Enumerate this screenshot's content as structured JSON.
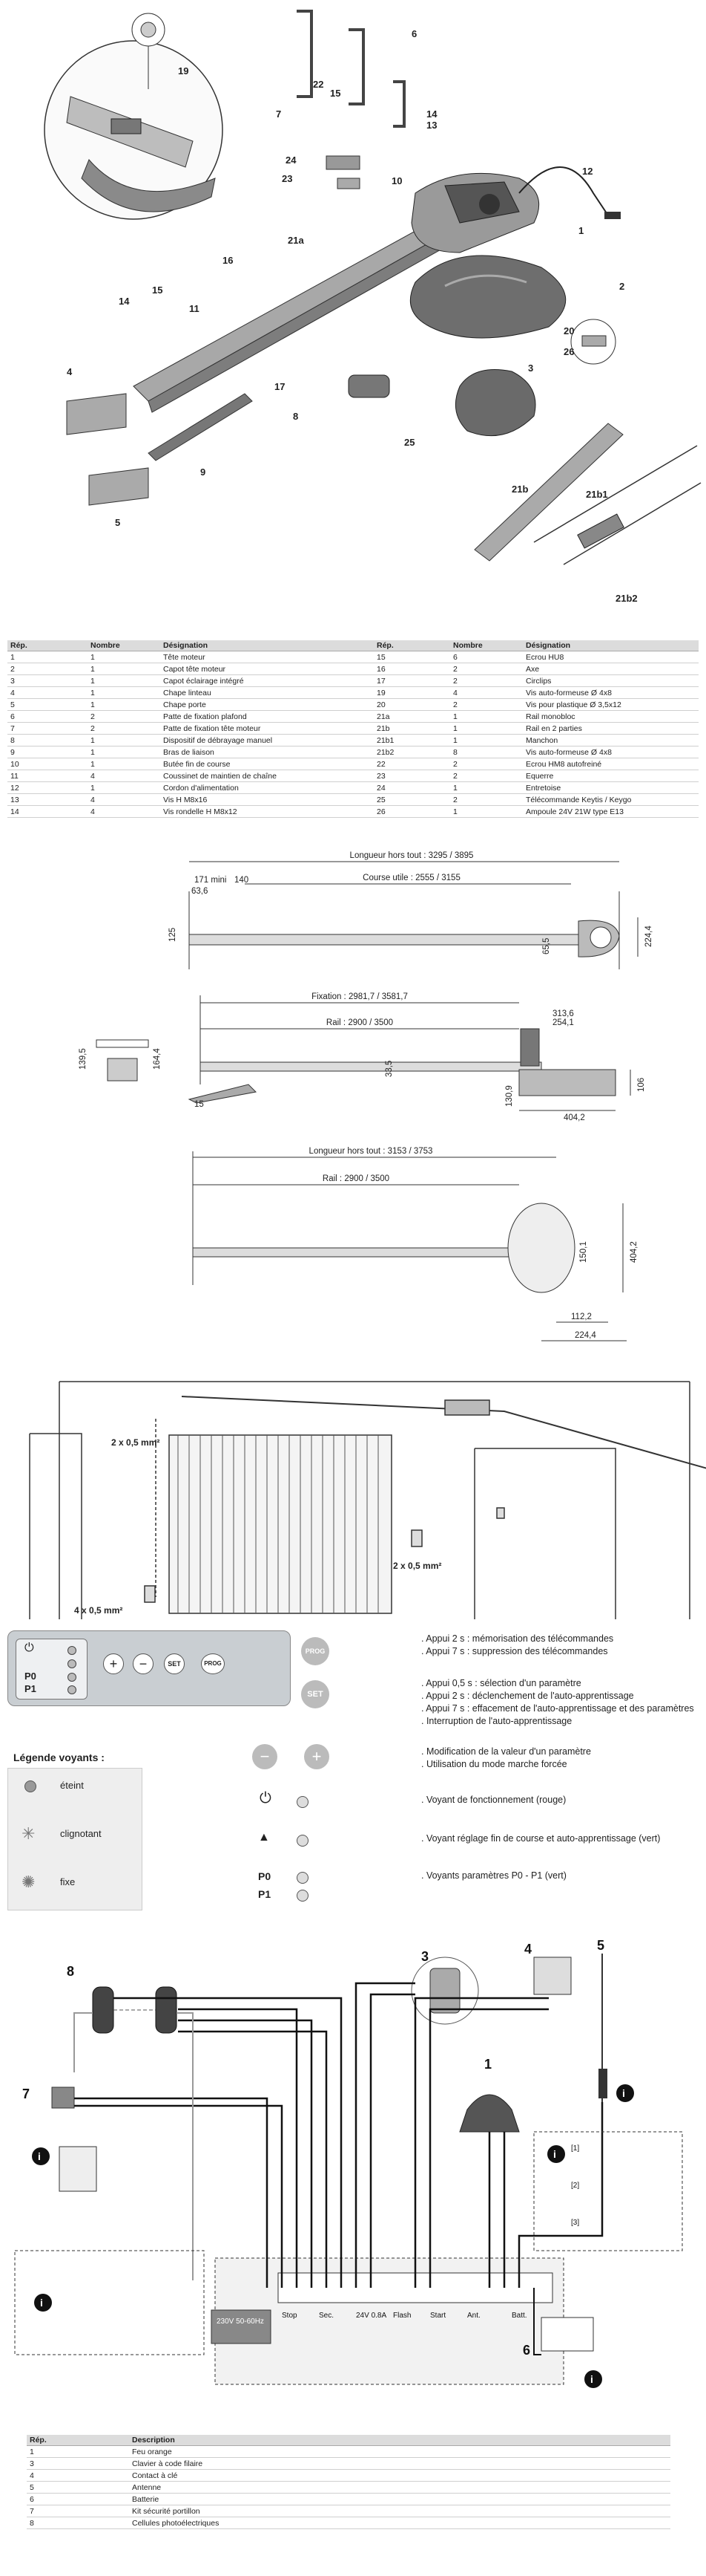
{
  "exploded_view": {
    "callouts": [
      "19",
      "6",
      "7",
      "15",
      "22",
      "14",
      "13",
      "12",
      "1",
      "24",
      "23",
      "21a",
      "10",
      "16",
      "2",
      "14",
      "15",
      "11",
      "20",
      "26",
      "3",
      "4",
      "17",
      "8",
      "25",
      "9",
      "5",
      "21b",
      "21b1",
      "21b2"
    ]
  },
  "parts_table": {
    "headers": [
      "Rép.",
      "Nombre",
      "Désignation",
      "Rép.",
      "Nombre",
      "Désignation"
    ],
    "rows": [
      [
        "1",
        "1",
        "Tête moteur",
        "15",
        "6",
        "Ecrou HU8"
      ],
      [
        "2",
        "1",
        "Capot tête moteur",
        "16",
        "2",
        "Axe"
      ],
      [
        "3",
        "1",
        "Capot éclairage intégré",
        "17",
        "2",
        "Circlips"
      ],
      [
        "4",
        "1",
        "Chape linteau",
        "19",
        "4",
        "Vis auto-formeuse Ø 4x8"
      ],
      [
        "5",
        "1",
        "Chape porte",
        "20",
        "2",
        "Vis pour plastique Ø 3,5x12"
      ],
      [
        "6",
        "2",
        "Patte de fixation plafond",
        "21a",
        "1",
        "Rail monobloc"
      ],
      [
        "7",
        "2",
        "Patte de fixation tête moteur",
        "21b",
        "1",
        "Rail en 2 parties"
      ],
      [
        "8",
        "1",
        "Dispositif de débrayage manuel",
        "21b1",
        "1",
        "Manchon"
      ],
      [
        "9",
        "1",
        "Bras de liaison",
        "21b2",
        "8",
        "Vis auto-formeuse Ø 4x8"
      ],
      [
        "10",
        "1",
        "Butée fin de course",
        "22",
        "2",
        "Ecrou HM8 autofreiné"
      ],
      [
        "11",
        "4",
        "Coussinet de maintien de chaîne",
        "23",
        "2",
        "Equerre"
      ],
      [
        "12",
        "1",
        "Cordon d'alimentation",
        "24",
        "1",
        "Entretoise"
      ],
      [
        "13",
        "4",
        "Vis H M8x16",
        "25",
        "2",
        "Télécommande Keytis / Keygo"
      ],
      [
        "14",
        "4",
        "Vis rondelle H M8x12",
        "26",
        "1",
        "Ampoule 24V 21W type E13"
      ]
    ]
  },
  "dimensions": {
    "top_view": {
      "overall": "Longueur hors tout : 3295 / 3895",
      "stroke": "Course utile : 2555 / 3155",
      "d171": "171 mini",
      "d140": "140",
      "d63": "63,6",
      "d125": "125",
      "d65": "65,5",
      "d224": "224,4"
    },
    "side_view": {
      "fixation": "Fixation : 2981,7 / 3581,7",
      "rail": "Rail : 2900 / 3500",
      "d313": "313,6",
      "d254": "254,1",
      "d139": "139,5",
      "d164": "164,4",
      "d33": "33,5",
      "d130": "130,9",
      "d404": "404,2",
      "d106": "106",
      "d15": "15"
    },
    "bottom_view": {
      "overall": "Longueur hors tout : 3153 / 3753",
      "rail": "Rail : 2900 / 3500",
      "d404": "404,2",
      "d150": "150,1",
      "d112": "112,2",
      "d224": "224,4"
    }
  },
  "garage": {
    "cable1": "2 x 0,5 mm²",
    "cable2": "2 x 0,5 mm²",
    "cable3": "4 x 0,5 mm²"
  },
  "control_panel": {
    "leds": [
      "P0",
      "P1"
    ],
    "buttons": [
      "SET",
      "PROG"
    ],
    "instructions": [
      {
        "button": "PROG",
        "lines": [
          ". Appui 2 s : mémorisation des télécommandes",
          ". Appui 7 s : suppression des télécommandes"
        ]
      },
      {
        "button": "SET",
        "lines": [
          ". Appui 0,5 s : sélection d'un paramètre",
          ". Appui 2 s : déclenchement de l'auto-apprentissage",
          ". Appui 7 s : effacement de l'auto-apprentissage et des paramètres",
          ". Interruption de l'auto-apprentissage"
        ]
      },
      {
        "button": "plus-minus",
        "lines": [
          ". Modification de la valeur d'un paramètre",
          ". Utilisation du mode marche forcée"
        ]
      }
    ],
    "voyants": [
      {
        "label": "",
        "text": ". Voyant de fonctionnement (rouge)"
      },
      {
        "label": "",
        "text": ". Voyant réglage fin de course et auto-apprentissage (vert)"
      },
      {
        "label": "P0",
        "text": ". Voyants paramètres P0 - P1 (vert)"
      },
      {
        "label": "P1",
        "text": ""
      }
    ]
  },
  "legend": {
    "title": "Légende voyants :",
    "items": [
      "éteint",
      "clignotant",
      "fixe"
    ]
  },
  "wiring": {
    "callouts": [
      "8",
      "7",
      "3",
      "4",
      "5",
      "1",
      "6"
    ],
    "terminal_labels": [
      "Stop",
      "Sec.",
      "24V\n0.8A",
      "Flash",
      "Start",
      "Ant.",
      "Batt."
    ],
    "supply": "230V\n50-60Hz",
    "insert_labels": [
      "[1]",
      "[2]",
      "[3]"
    ]
  },
  "accessories_table": {
    "headers": [
      "Rép.",
      "Description"
    ],
    "rows": [
      [
        "1",
        "Feu orange"
      ],
      [
        "3",
        "Clavier à code filaire"
      ],
      [
        "4",
        "Contact à clé"
      ],
      [
        "5",
        "Antenne"
      ],
      [
        "6",
        "Batterie"
      ],
      [
        "7",
        "Kit sécurité portillon"
      ],
      [
        "8",
        "Cellules photoélectriques"
      ]
    ]
  }
}
